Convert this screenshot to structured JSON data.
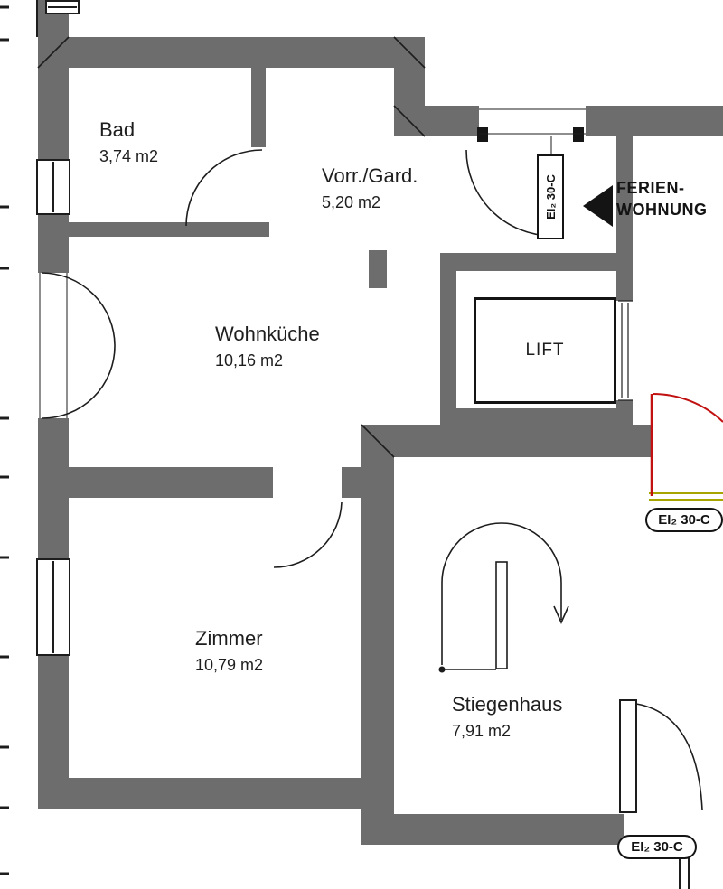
{
  "colors": {
    "wall": "#6d6d6d",
    "line": "#1d1d1d",
    "fire_door": "#c11111",
    "threshold": "#a8a400"
  },
  "rooms": {
    "bad": {
      "name": "Bad",
      "area": "3,74 m2"
    },
    "vorraum": {
      "name": "Vorr./Gard.",
      "area": "5,20 m2"
    },
    "wohnkueche": {
      "name": "Wohnküche",
      "area": "10,16 m2"
    },
    "zimmer": {
      "name": "Zimmer",
      "area": "10,79 m2"
    },
    "stiegenhaus": {
      "name": "Stiegenhaus",
      "area": "7,91 m2"
    },
    "lift": {
      "name": "LIFT"
    }
  },
  "annotations": {
    "ferienwohnung": {
      "line1": "FERIEN-",
      "line2": "WOHNUNG"
    },
    "fire_rating_entry_door": "EI₂ 30-C",
    "fire_rating_corridor_door": "EI₂ 30-C",
    "fire_rating_lower_door": "EI₂ 30-C"
  }
}
